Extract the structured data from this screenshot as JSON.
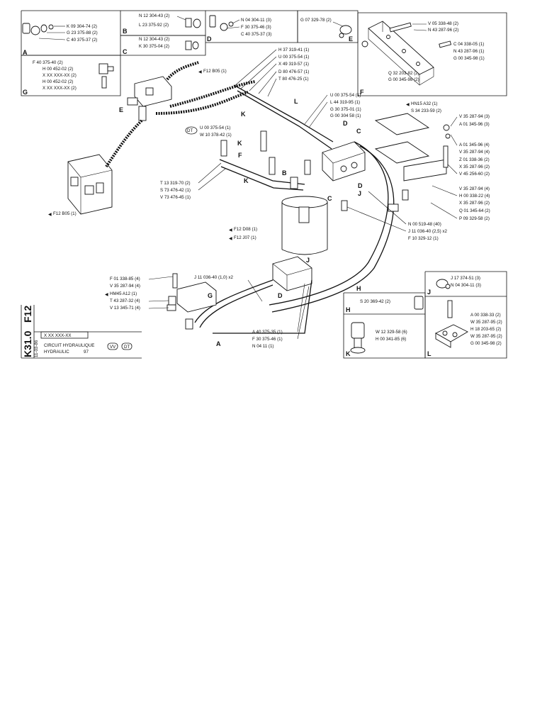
{
  "title_block": {
    "sheet_code": "F12",
    "sheet_number": "K31.0",
    "date": "11-03-86",
    "ref": "X XX XXX-XX",
    "title_fr": "CIRCUIT HYDRAULIQUE",
    "title_en": "HYDRAULIC",
    "title_num": "97",
    "badge_vv": "VV",
    "badge_dt": "DT"
  },
  "sections": [
    {
      "letter": "A",
      "parts": [
        "K 09 304-74 (2)",
        "G 23 375-88 (2)",
        "C 40 375-37 (2)"
      ]
    },
    {
      "letter": "B",
      "parts": [
        "N 12 304-43 (2)",
        "L 23 375-92 (2)"
      ]
    },
    {
      "letter": "C",
      "parts": [
        "N 12 304-43 (2)",
        "K 30 375-04 (2)"
      ]
    },
    {
      "letter": "D",
      "parts": [
        "N 04 304-11 (3)",
        "F 30 375-46 (3)",
        "C 40 375-37 (3)"
      ]
    },
    {
      "letter": "E",
      "parts": [
        "G 07 329-78 (2)"
      ]
    },
    {
      "letter": "F",
      "parts": [
        "V 05 338-48 (2)",
        "N 43 287-96 (2)",
        "C 04 338-05 (1)",
        "N 43 287-96 (1)",
        "G 00 345-98 (1)",
        "Q 32 203-82 (2)",
        "G 00 345-98 (2)"
      ]
    },
    {
      "letter": "G",
      "parts": [
        "F 40 375-40 (2)",
        "H 00 452-02 (2)",
        "X XX XXX-XX (2)",
        "H 00 452-02 (2)",
        "X XX XXX-XX (2)"
      ]
    },
    {
      "letter": "H",
      "parts": [
        "S 20 369-42 (2)",
        "W 12 329-58 (6)",
        "H 00 341-85 (6)"
      ]
    },
    {
      "letter": "J",
      "parts": [
        "J 17 374-51 (3)",
        "N 04 304-11 (3)"
      ]
    },
    {
      "letter": "K",
      "parts": []
    },
    {
      "letter": "L",
      "parts": [
        "A 00 338-33 (2)",
        "W 35 287-95 (2)",
        "H 18 203-65 (2)",
        "W 35 287-95 (2)",
        "G 00 345-98 (2)"
      ]
    }
  ],
  "center_parts": [
    "H 37 319-41 (1)",
    "U 00 375-54 (1)",
    "X 49 319-57 (1)",
    "D 80 476-57 (1)",
    "T 80 476-25 (1)",
    "U 00 375-54 (1)",
    "L 44 319-95 (1)",
    "G 30 375-01 (1)",
    "G 00 304 58 (1)",
    "HN15 A32 (1)",
    "S 34 233-59 (2)",
    "V 35 287-94 (3)",
    "A 01 345-96 (3)",
    "A 01 345-96 (4)",
    "V 35 287-94 (4)",
    "Z 01 338-36 (2)",
    "X 35 287-96 (2)",
    "V 45 256-60 (2)",
    "V 35 287-94 (4)",
    "H 00 338-22 (4)",
    "X 35 287-96 (2)",
    "Q 01 345-64 (2)",
    "P 09 329-58 (2)",
    "N 00 519-48 (40)",
    "J 11 036-40 (2,5) x2",
    "F 10 329-12 (1)",
    "U 00 375-54 (1)",
    "W 10 378-42 (1)",
    "T 13 319-70 (2)",
    "S 73 476-42 (1)",
    "V 73 476-45 (1)",
    "F12 B05 (1)",
    "F12 B05 (1)",
    "F12 D08 (1)",
    "F12 J07 (1)",
    "F 01 338-85 (4)",
    "V 35 287-94 (4)",
    "HM45 A12 (1)",
    "T 43 287-32 (4)",
    "V 13 345-71 (4)",
    "J 11 036-40 (1,0) x2",
    "A 40 375-35 (1)",
    "F 30 375-46 (1)",
    "N 04 11 (1)"
  ],
  "callouts": [
    "A",
    "B",
    "C",
    "D",
    "E",
    "F",
    "G",
    "H",
    "J",
    "K",
    "L"
  ],
  "dt_marker": "DT"
}
